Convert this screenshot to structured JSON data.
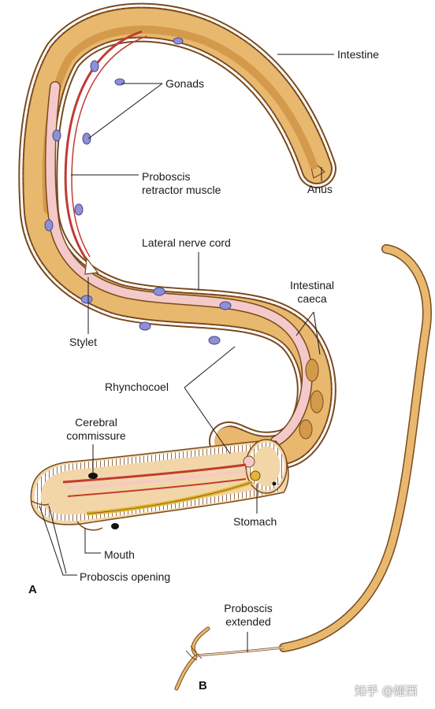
{
  "colors": {
    "body_fill": "#e8b86e",
    "body_dark": "#d49a4b",
    "outline": "#7a4a1e",
    "epidermis": "#ffffff",
    "rhynchocoel": "#f4c9c9",
    "proboscis_muscle": "#c23a34",
    "gonads": "#8f8fd6",
    "gut_yellow": "#e3b733",
    "nerve_black": "#111111"
  },
  "labels": {
    "intestine": "Intestine",
    "gonads": "Gonads",
    "proboscis_retractor": "Proboscis\nretractor muscle",
    "anus": "Anus",
    "lateral_nerve_cord": "Lateral nerve cord",
    "intestinal_caeca": "Intestinal\ncaeca",
    "stylet": "Stylet",
    "rhynchocoel": "Rhynchocoel",
    "cerebral_commissure": "Cerebral\ncommissure",
    "stomach": "Stomach",
    "mouth": "Mouth",
    "proboscis_opening": "Proboscis opening",
    "proboscis_extended": "Proboscis\nextended"
  },
  "panels": {
    "a": "A",
    "b": "B"
  },
  "watermark": "知乎 @娅西"
}
